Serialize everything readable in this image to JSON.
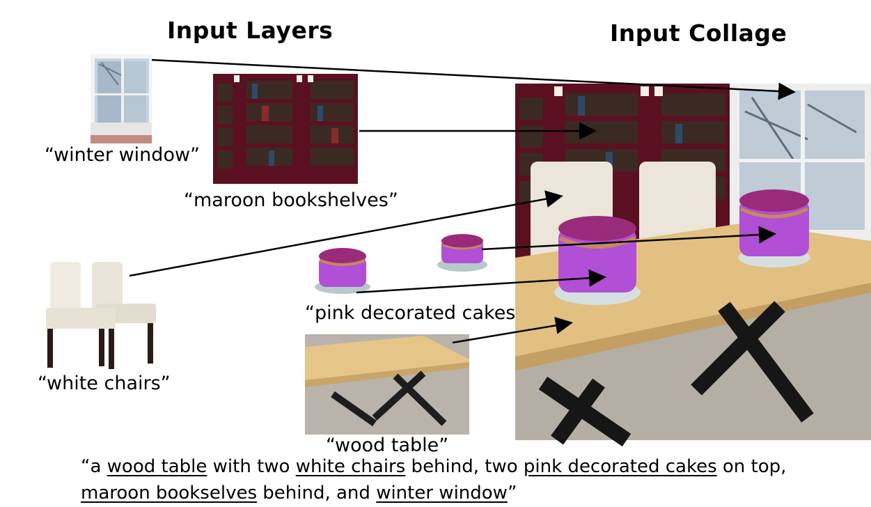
{
  "headings": {
    "layers": "Input Layers",
    "collage": "Input Collage"
  },
  "layers": {
    "window": "“winter window”",
    "bookshelves": "“maroon bookshelves”",
    "chairs": "“white chairs”",
    "cakes": "“pink decorated cakes”",
    "table": "“wood table”"
  },
  "caption": {
    "line1": {
      "p0": "“a ",
      "u1": "wood table",
      "p1": " with two ",
      "u2": "white chairs",
      "p2": " behind, two ",
      "u3": "pink decorated cakes",
      "p3": " on top,"
    },
    "line2": {
      "u4": "maroon bookselves",
      "p4": " behind, and ",
      "u5": "winter window",
      "p5": "”"
    }
  }
}
